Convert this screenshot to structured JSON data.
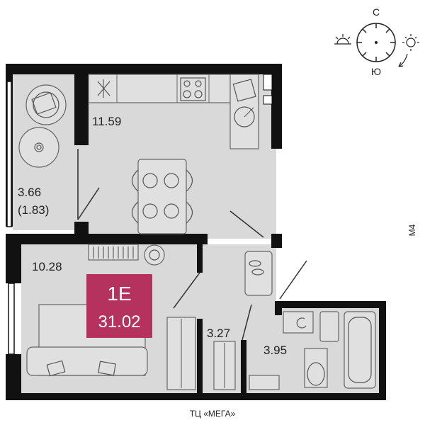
{
  "apartment": {
    "code": "1E",
    "total_area": "31.02",
    "badge_color": "#b5325f"
  },
  "rooms": {
    "loggia_area": "3.66",
    "loggia_area_reduced": "(1.83)",
    "kitchen_area": "11.59",
    "bedroom_area": "10.28",
    "hall_area": "3.27",
    "bathroom_area": "3.95"
  },
  "compass": {
    "north": "С",
    "south": "Ю"
  },
  "labels": {
    "road": "М4",
    "mall": "ТЦ «МЕГА»"
  },
  "colors": {
    "wall": "#111111",
    "floor": "#d9d9d9",
    "furniture": "#e6e6e6"
  },
  "icons": [
    "sunrise-icon",
    "sunset-icon",
    "compass-icon",
    "rotate-arrow-icon"
  ]
}
